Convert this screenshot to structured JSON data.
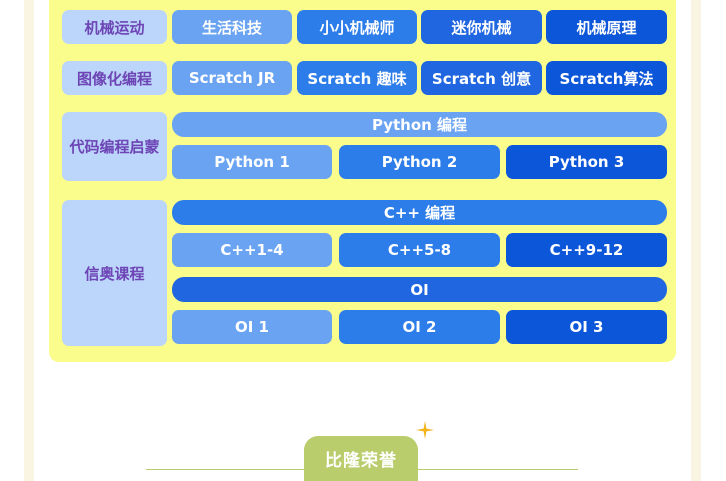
{
  "rows": [
    {
      "label": "机械运动",
      "items": [
        "生活科技",
        "小小机械师",
        "迷你机械",
        "机械原理"
      ]
    },
    {
      "label": "图像化编程",
      "items": [
        "Scratch JR",
        "Scratch 趣味",
        "Scratch 创意",
        "Scratch算法"
      ]
    },
    {
      "label": "代码编程启蒙",
      "header": "Python 编程",
      "items": [
        "Python 1",
        "Python 2",
        "Python 3"
      ]
    },
    {
      "label": "信奥课程",
      "header": "C++ 编程",
      "items": [
        "C++1-4",
        "C++5-8",
        "C++9-12"
      ],
      "header2": "OI",
      "items2": [
        "OI 1",
        "OI 2",
        "OI 3"
      ]
    }
  ],
  "section": {
    "title": "比隆荣誉",
    "sparkle_icon": "sparkle-icon",
    "accent_color": "#b9cd6d"
  }
}
